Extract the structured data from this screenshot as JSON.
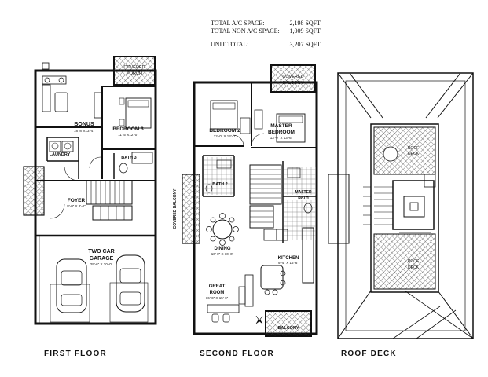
{
  "area_summary": {
    "total_ac_label": "TOTAL A/C SPACE:",
    "total_ac_value": "2,198 SQFT",
    "total_non_ac_label": "TOTAL NON A/C SPACE:",
    "total_non_ac_value": "1,009 SQFT",
    "unit_total_label": "UNIT TOTAL:",
    "unit_total_value": "3,207 SQFT"
  },
  "floors": {
    "first": {
      "title": "FIRST FLOOR",
      "rooms": {
        "covered_porch_1": "COVERED",
        "covered_porch_2": "PORCH",
        "bonus": "BONUS",
        "bonus_dim": "18'-8\"X13'-4\"",
        "bedroom3": "BEDROOM 3",
        "bedroom3_dim": "11'-5\"X12'-0\"",
        "laundry": "LAUNDRY",
        "bath3": "BATH 3",
        "foyer": "FOYER",
        "foyer_dim": "8'-0\" X 8'-0\"",
        "garage_1": "TWO CAR",
        "garage_2": "GARAGE",
        "garage_dim": "29'-6\" X 20'-0\""
      }
    },
    "second": {
      "title": "SECOND FLOOR",
      "rooms": {
        "covered_balcony_1": "COVERED",
        "covered_balcony_2": "BALCONY",
        "bedroom2": "BEDROOM 2",
        "bedroom2_dim": "12'-0\" X 13'-0\"",
        "master_1": "MASTER",
        "master_2": "BEDROOM",
        "master_dim": "13'-0\" X 13'-6\"",
        "bath2": "BATH 2",
        "master_bath_1": "MASTER",
        "master_bath_2": "BATH",
        "side_balcony": "COVERED BALCONY",
        "dining": "DINING",
        "dining_dim": "10'-0\" X 10'-0\"",
        "kitchen": "KITCHEN",
        "kitchen_dim": "9'-4\" X 15'-6\"",
        "great_room_1": "GREAT",
        "great_room_2": "ROOM",
        "great_room_dim": "16'-6\" X 15'-6\"",
        "balcony": "BALCONY"
      }
    },
    "roof": {
      "title": "ROOF DECK",
      "rooms": {
        "deck_top_1": "ROOF",
        "deck_top_2": "DECK",
        "deck_bottom_1": "ROOF",
        "deck_bottom_2": "DECK"
      }
    }
  }
}
